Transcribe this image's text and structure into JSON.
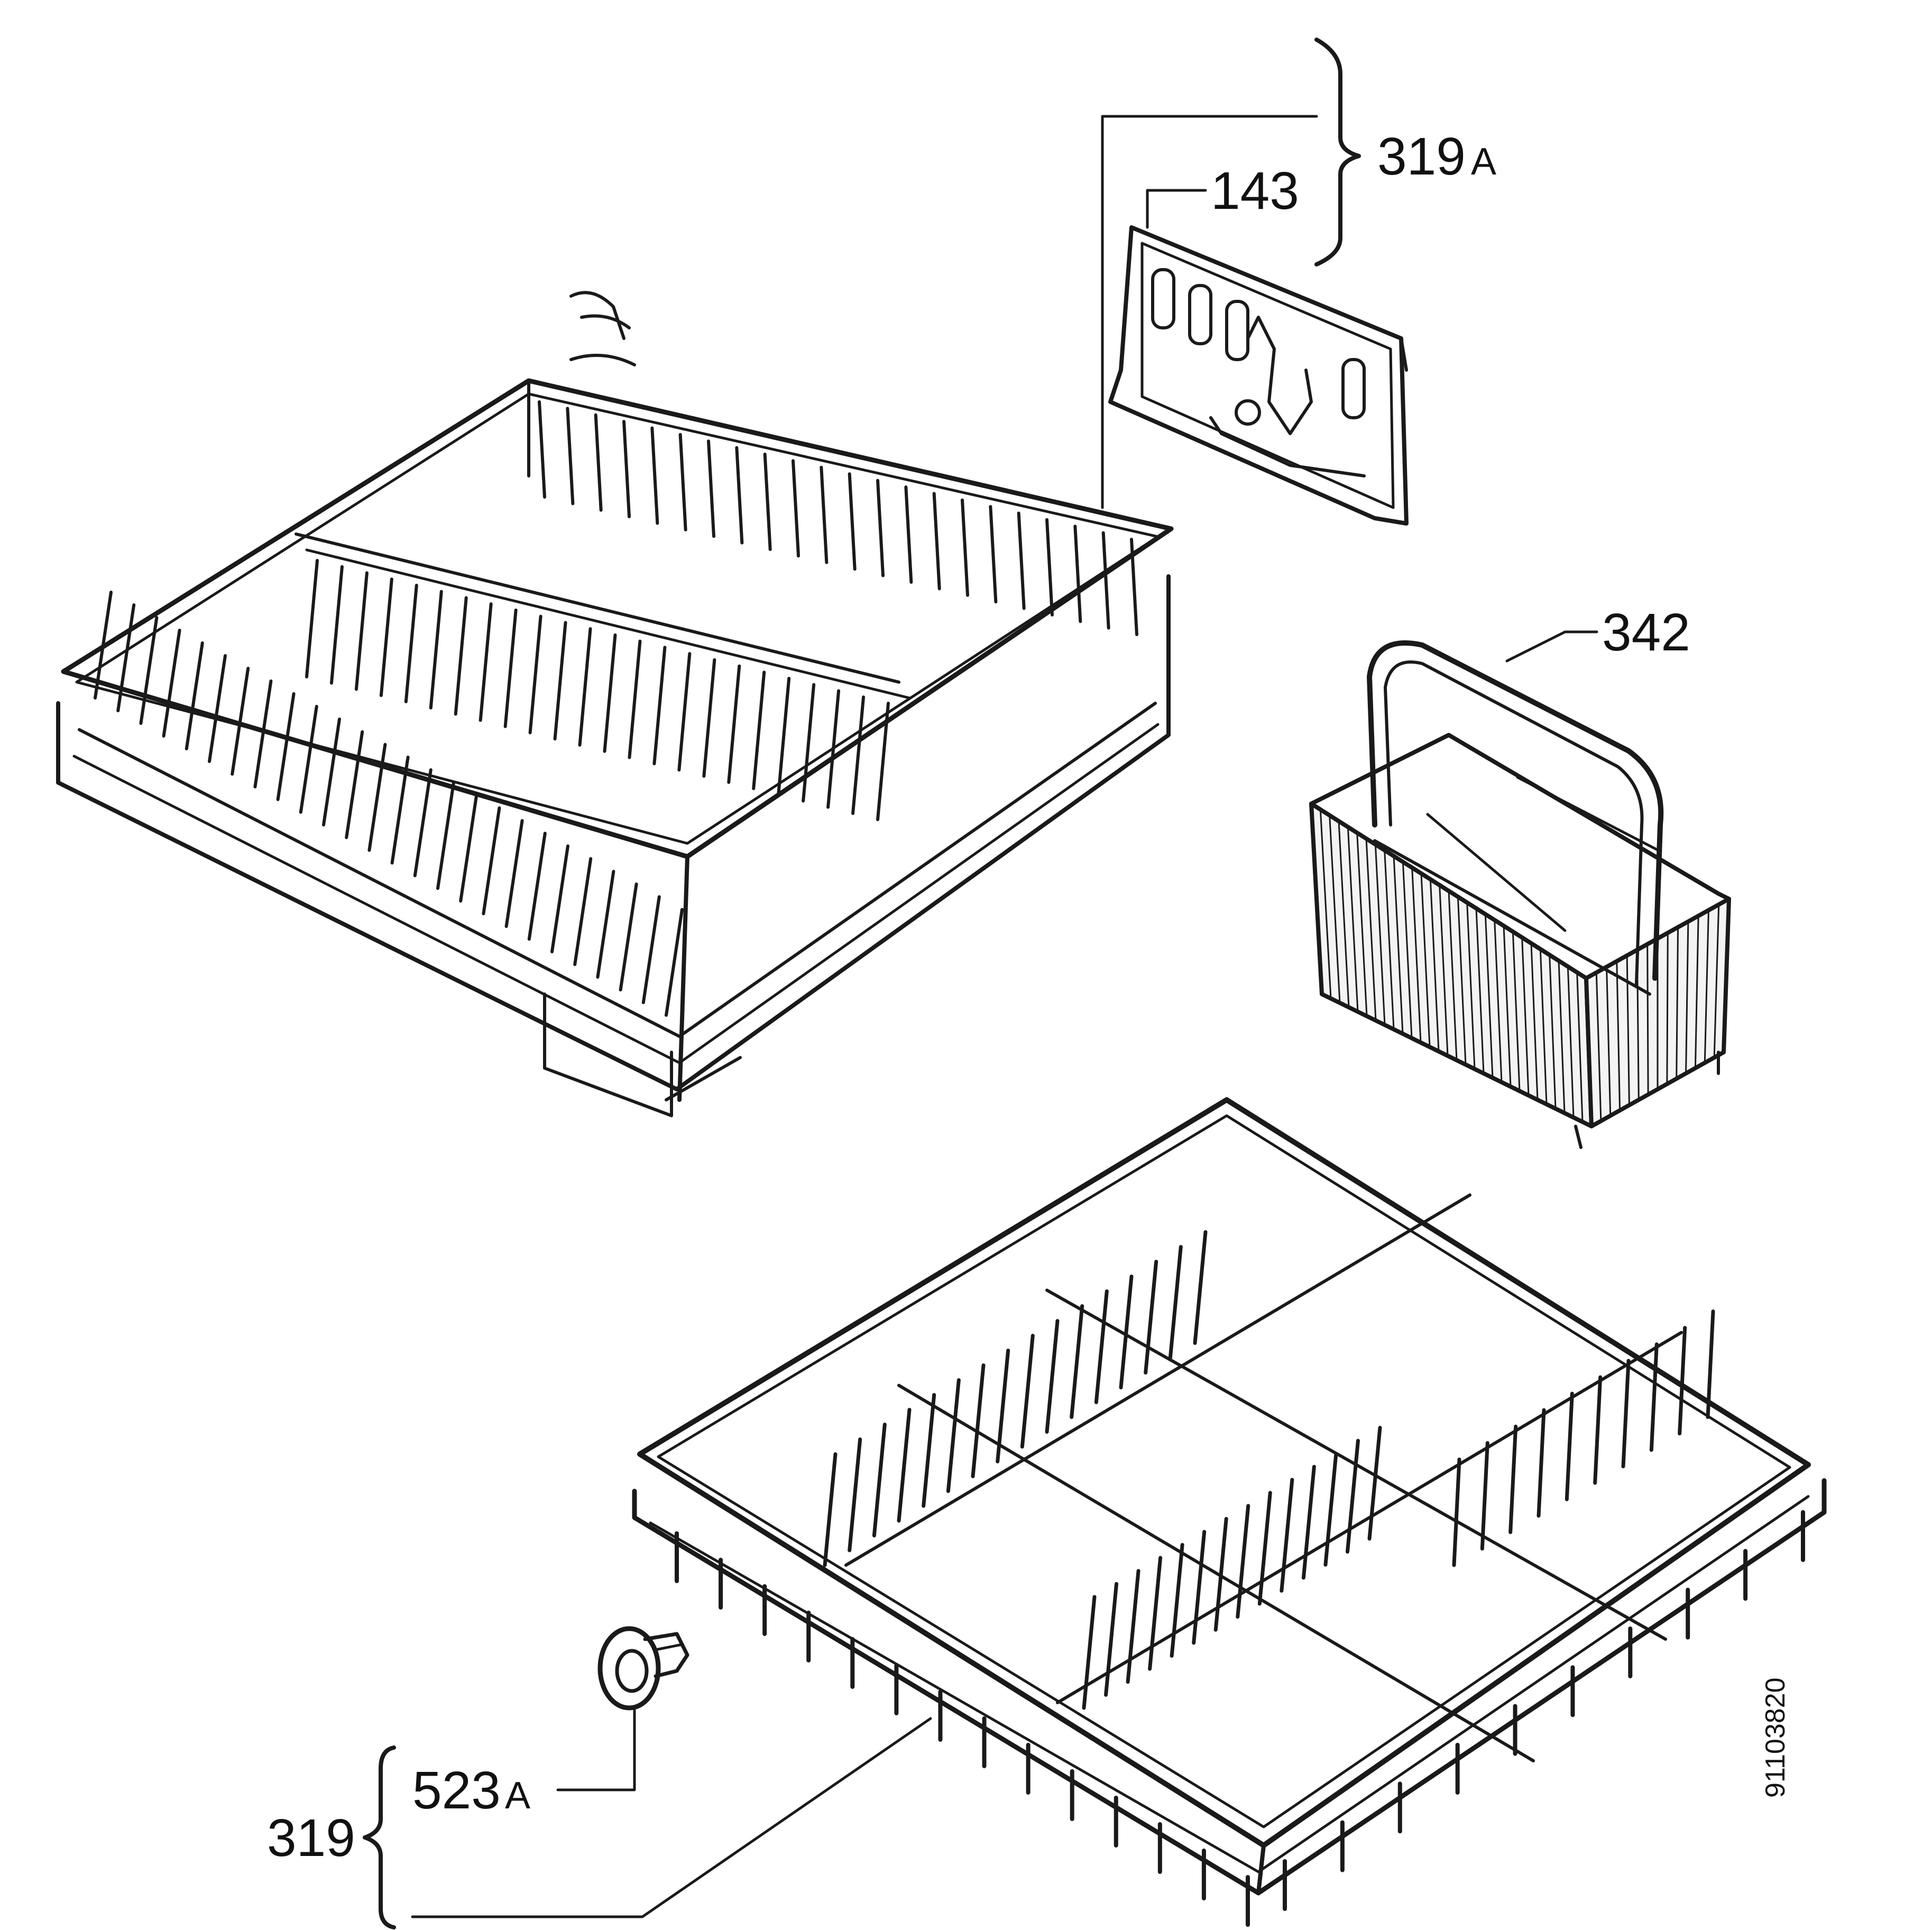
{
  "labels": {
    "upper_basket_set": {
      "number": "319",
      "suffix": "A"
    },
    "cup_rack": "143",
    "cutlery_basket": "342",
    "wheel": {
      "number": "523",
      "suffix": "A"
    },
    "lower_basket_set": "319",
    "drawing_code": "91103820"
  },
  "colors": {
    "line": "#1a1a1a",
    "background": "#ffffff",
    "basket_fill": "#f4f4f4"
  }
}
